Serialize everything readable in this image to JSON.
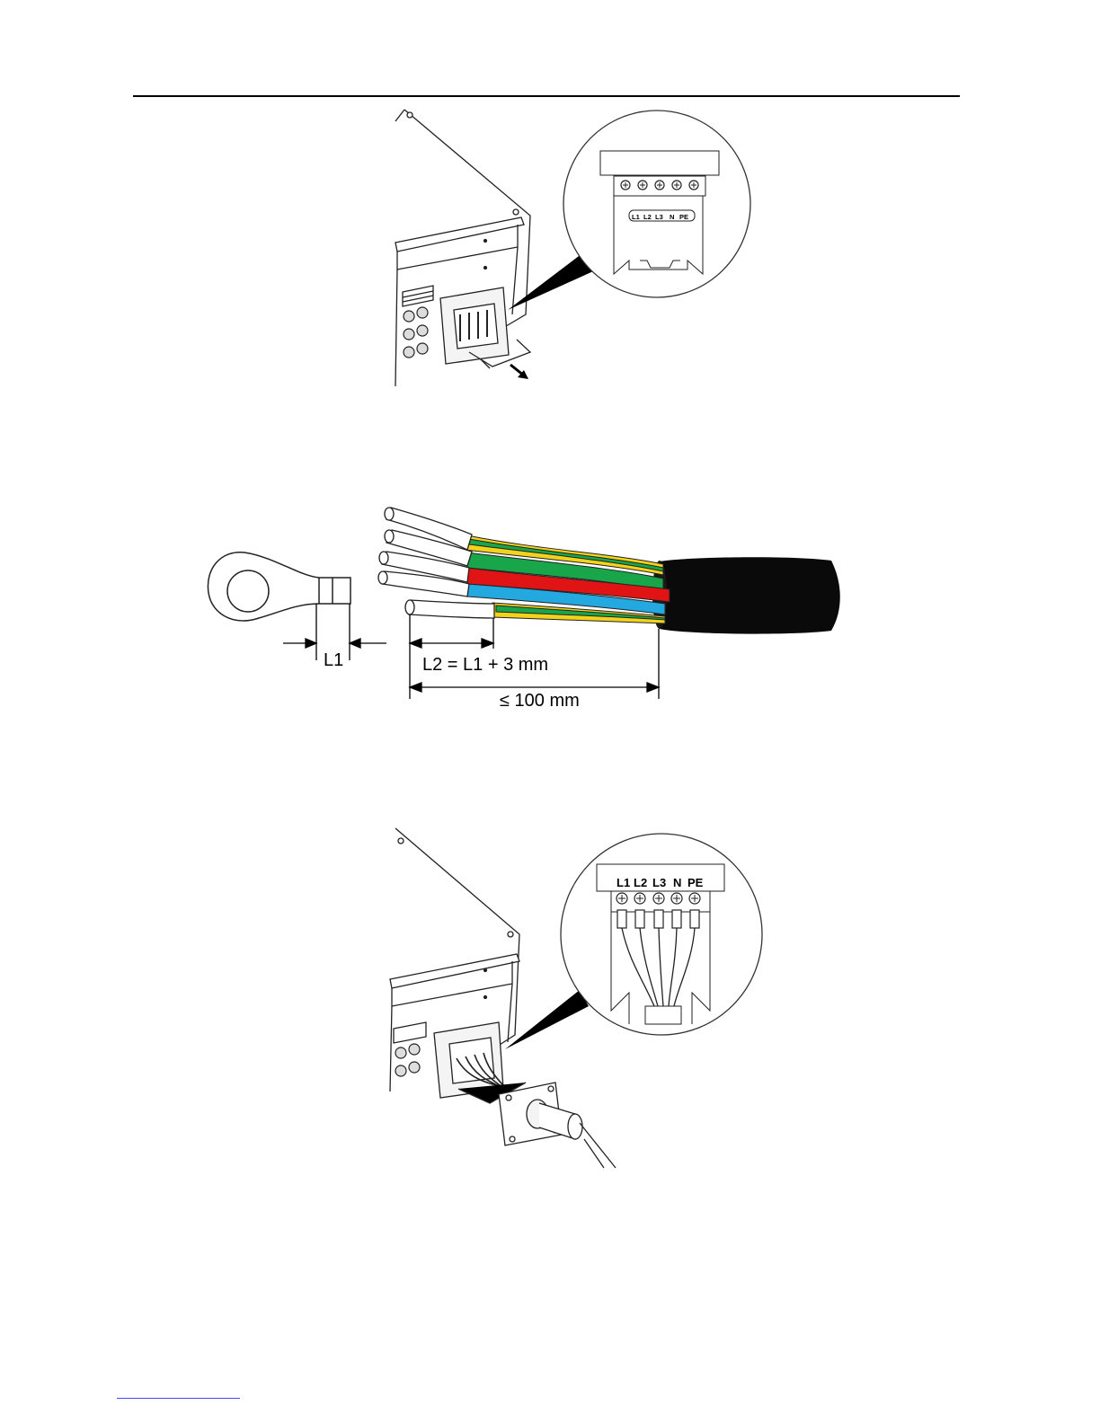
{
  "figure1": {
    "terminal_labels": [
      "L1",
      "L2",
      "L3",
      "N",
      "PE"
    ]
  },
  "figure2": {
    "dim_lug": "L1",
    "dim_strip": "L2 = L1 + 3 mm",
    "dim_total": "≤ 100 mm",
    "colors": {
      "pe_yellow": "#f2d21b",
      "pe_green": "#19a64a",
      "red": "#e01414",
      "blue": "#23a8e0",
      "sheath": "#0a0a0a"
    }
  },
  "figure3": {
    "terminal_labels": [
      "L1",
      "L2",
      "L3",
      "N",
      "PE"
    ]
  }
}
